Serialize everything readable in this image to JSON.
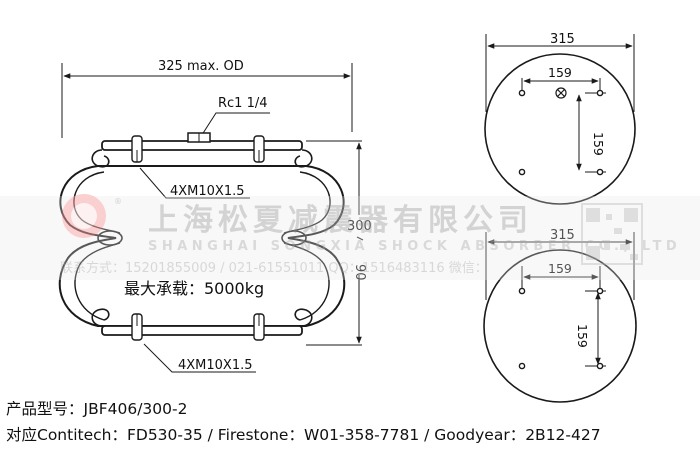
{
  "side_view": {
    "od_label": "325 max. OD",
    "port_label": "Rc1 1/4",
    "top_thread_label": "4XM10X1.5",
    "bottom_thread_label": "4XM10X1.5",
    "height_max": "300",
    "height_min": "90",
    "load_label": "最大承载：5000kg"
  },
  "top_plate": {
    "diameter_label": "315",
    "hole_spacing_x": "159",
    "hole_spacing_y": "159"
  },
  "bottom_plate": {
    "diameter_label": "315",
    "hole_spacing_x": "159",
    "hole_spacing_y": "159"
  },
  "watermark": {
    "company_cn": "上海松夏减震器有限公司",
    "company_en": "SHANGHAI SONGXIA SHOCK ABSORBER CO., LTD",
    "contact": "联系方式：15201855009 / 021-61551011  QQ：1516483116  微信："
  },
  "footer": {
    "model_line": "产品型号：JBF406/300-2",
    "cross_ref_line": "对应Contitech：FD530-35 / Firestone：W01-358-7781 / Goodyear：2B12-427"
  }
}
